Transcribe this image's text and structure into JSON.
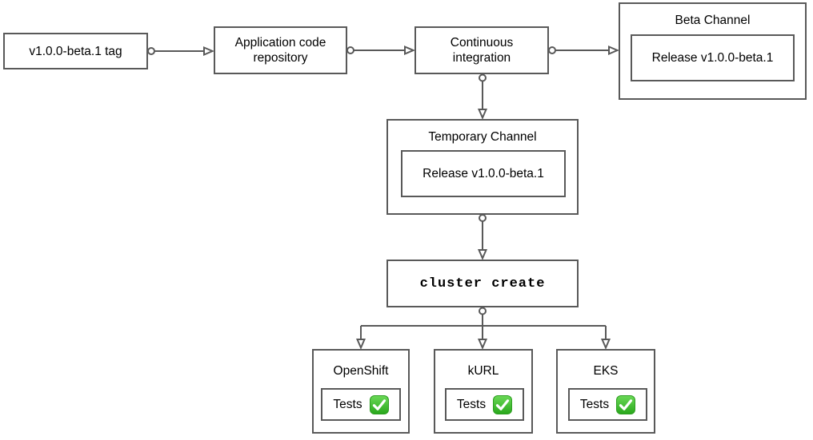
{
  "diagram": {
    "nodes": {
      "tag": {
        "label": "v1.0.0-beta.1 tag"
      },
      "repo": {
        "label": "Application code repository"
      },
      "ci": {
        "label": "Continuous integration"
      },
      "beta_channel": {
        "title": "Beta Channel",
        "release_label": "Release v1.0.0-beta.1"
      },
      "temporary_channel": {
        "title": "Temporary Channel",
        "release_label": "Release v1.0.0-beta.1"
      },
      "cluster_create": {
        "label": "cluster create"
      },
      "clusters": [
        {
          "title": "OpenShift",
          "tests_label": "Tests",
          "status_icon": "check-mark-passed"
        },
        {
          "title": "kURL",
          "tests_label": "Tests",
          "status_icon": "check-mark-passed"
        },
        {
          "title": "EKS",
          "tests_label": "Tests",
          "status_icon": "check-mark-passed"
        }
      ]
    },
    "colors": {
      "border": "#595959",
      "text": "#000000",
      "check_green_top": "#5fd24b",
      "check_green_bottom": "#2baa1d",
      "check_mark": "#ffffff",
      "background": "#ffffff"
    }
  }
}
